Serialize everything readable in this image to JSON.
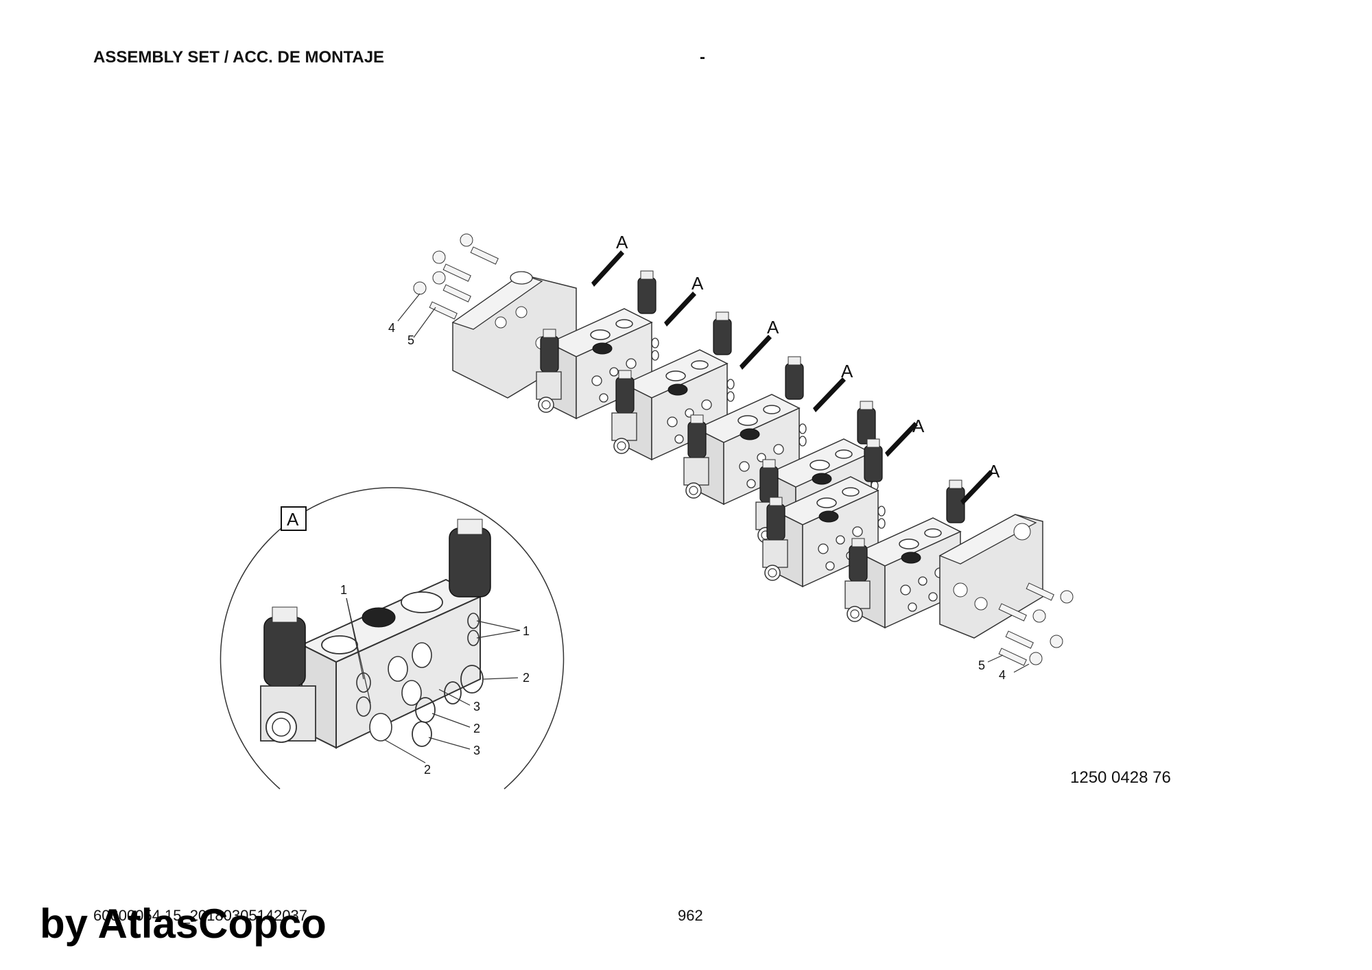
{
  "header": {
    "title": "ASSEMBLY SET / ACC. DE MONTAJE",
    "dash": "-"
  },
  "part_number": "1250 0428 76",
  "footer": {
    "code": "60600054 15_20180305142037",
    "page": "962"
  },
  "watermark": "by AtlasCopco",
  "detail": {
    "tag": "A"
  },
  "callouts": {
    "detail_view": [
      "1",
      "1",
      "2",
      "3",
      "2",
      "3",
      "2"
    ],
    "left_end": [
      "4",
      "5"
    ],
    "right_end": [
      "5",
      "4"
    ],
    "section_markers": [
      "A",
      "A",
      "A",
      "A",
      "A",
      "A"
    ]
  },
  "colors": {
    "line": "#333333",
    "body": "#e8e8e8",
    "solenoid": "#3a3a3a",
    "cap": "#222222"
  }
}
